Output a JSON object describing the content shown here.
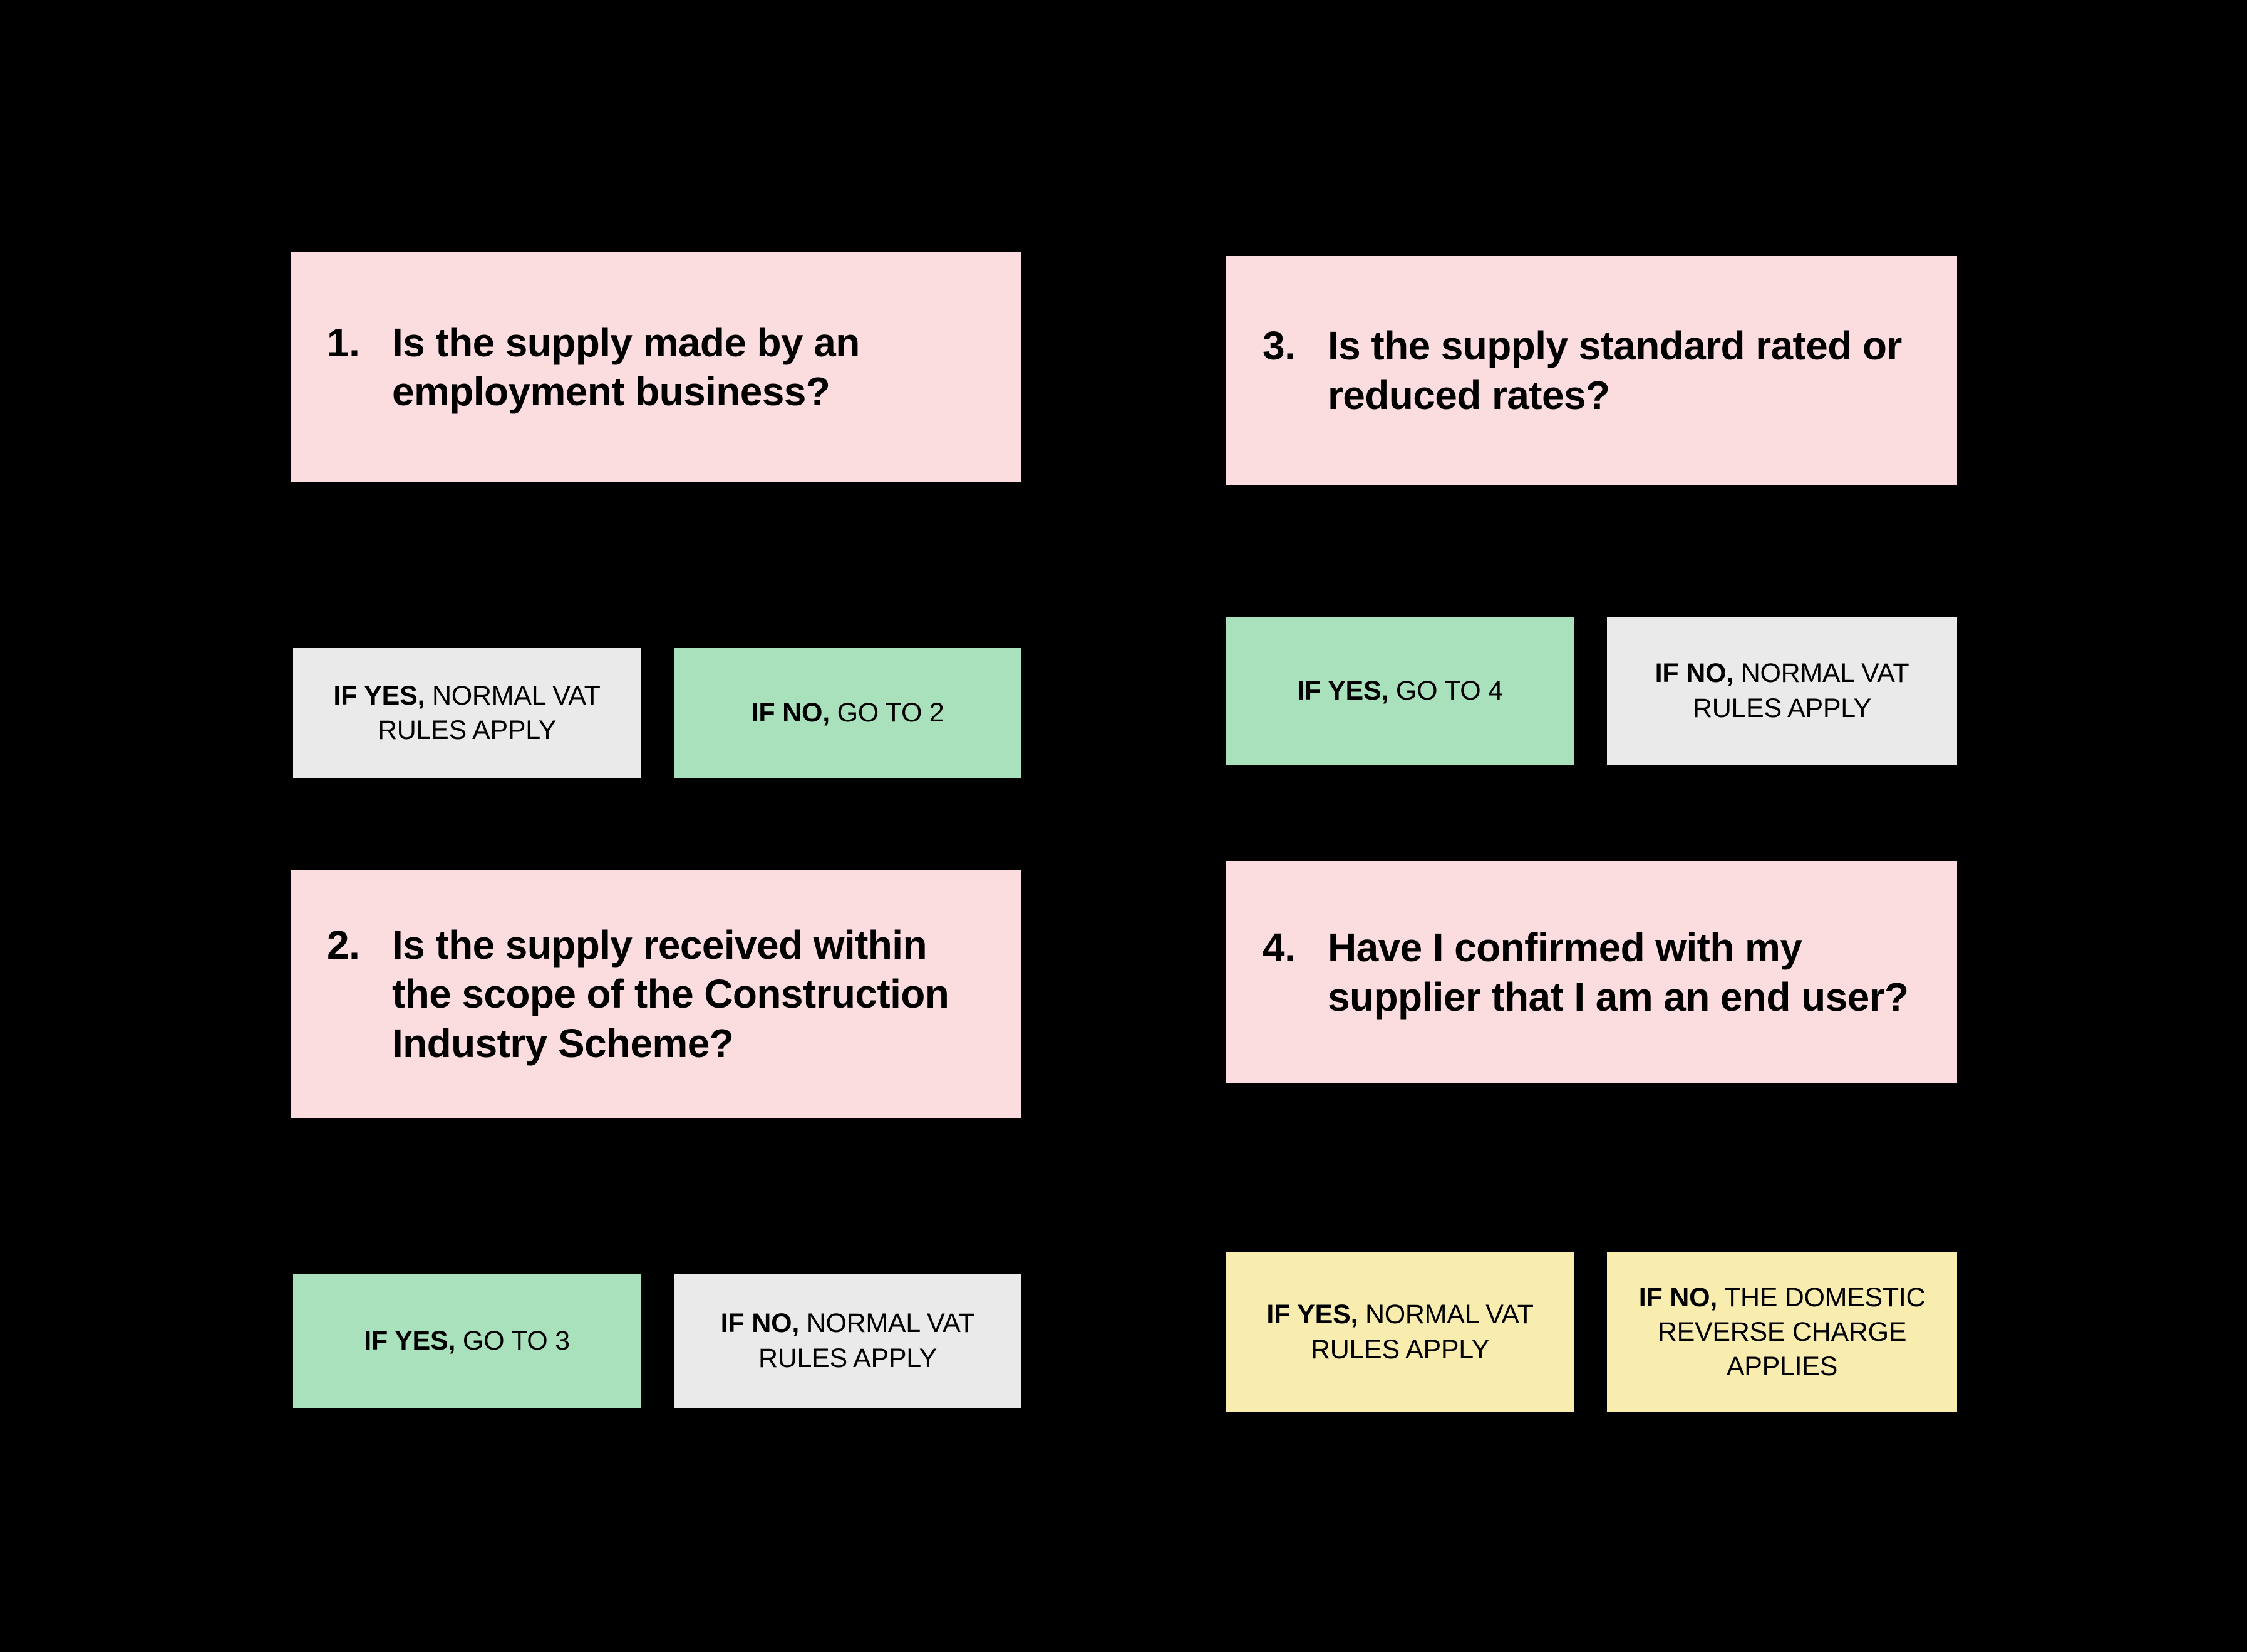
{
  "page": {
    "background_color": "#000000",
    "text_color": "#000000"
  },
  "palette": {
    "question_pink": "#fbdcdf",
    "answer_green": "#a8e1bb",
    "answer_grey": "#eaeaea",
    "answer_yellow": "#f8ecaf"
  },
  "questions": [
    {
      "number": "1.",
      "text": "Is the supply made by an employment business?",
      "answers": [
        {
          "prefix": "IF YES,",
          "rest": " NORMAL VAT RULES APPLY",
          "color": "#eaeaea"
        },
        {
          "prefix": "IF NO,",
          "rest": " GO TO 2",
          "color": "#a8e1bb"
        }
      ]
    },
    {
      "number": "2.",
      "text": "Is the supply received within the scope of the Construction Industry Scheme?",
      "answers": [
        {
          "prefix": "IF YES,",
          "rest": " GO TO 3",
          "color": "#a8e1bb"
        },
        {
          "prefix": "IF NO,",
          "rest": " NORMAL VAT RULES APPLY",
          "color": "#eaeaea"
        }
      ]
    },
    {
      "number": "3.",
      "text": "Is the supply standard rated or reduced rates?",
      "answers": [
        {
          "prefix": "IF YES,",
          "rest": " GO TO 4",
          "color": "#a8e1bb"
        },
        {
          "prefix": "IF NO,",
          "rest": " NORMAL VAT RULES APPLY",
          "color": "#eaeaea"
        }
      ]
    },
    {
      "number": "4.",
      "text": "Have I confirmed with my supplier that I am an end user?",
      "answers": [
        {
          "prefix": "IF YES,",
          "rest": " NORMAL VAT RULES APPLY",
          "color": "#f8ecaf"
        },
        {
          "prefix": "IF NO,",
          "rest": " THE DOMESTIC REVERSE CHARGE APPLIES",
          "color": "#f8ecaf"
        }
      ]
    }
  ]
}
